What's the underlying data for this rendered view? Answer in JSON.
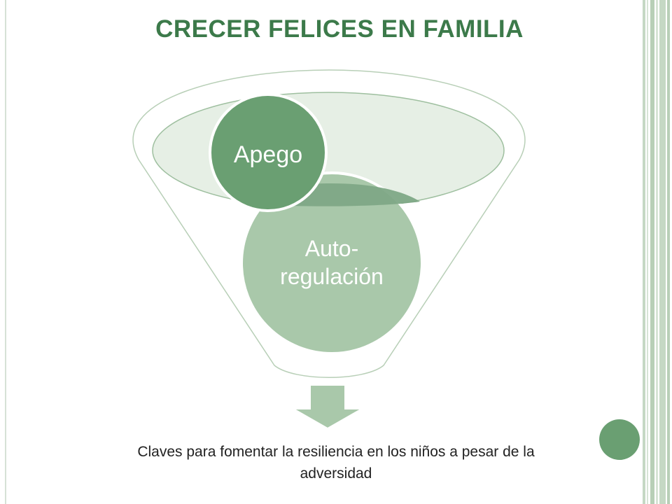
{
  "slide": {
    "title": "CRECER FELICES EN FAMILIA",
    "caption": "Claves para fomentar la resiliencia en los niños a pesar de la adversidad"
  },
  "funnel": {
    "items": [
      {
        "label_lines": [
          "Apego"
        ]
      },
      {
        "label_lines": [
          "Auto-",
          "regulación"
        ]
      }
    ]
  },
  "colors": {
    "title": "#3c7a4a",
    "circle_dark": "#6a9f72",
    "circle_light": "#a9c8aa",
    "funnel_rim": "#e6efe5",
    "arrow": "#a9c8aa",
    "accent_dot": "#6a9f72",
    "side_stripes": "#c5d8c4"
  },
  "decor": {
    "icons": [
      "right-edge-stripes",
      "accent-dot-icon",
      "down-arrow-icon"
    ]
  }
}
